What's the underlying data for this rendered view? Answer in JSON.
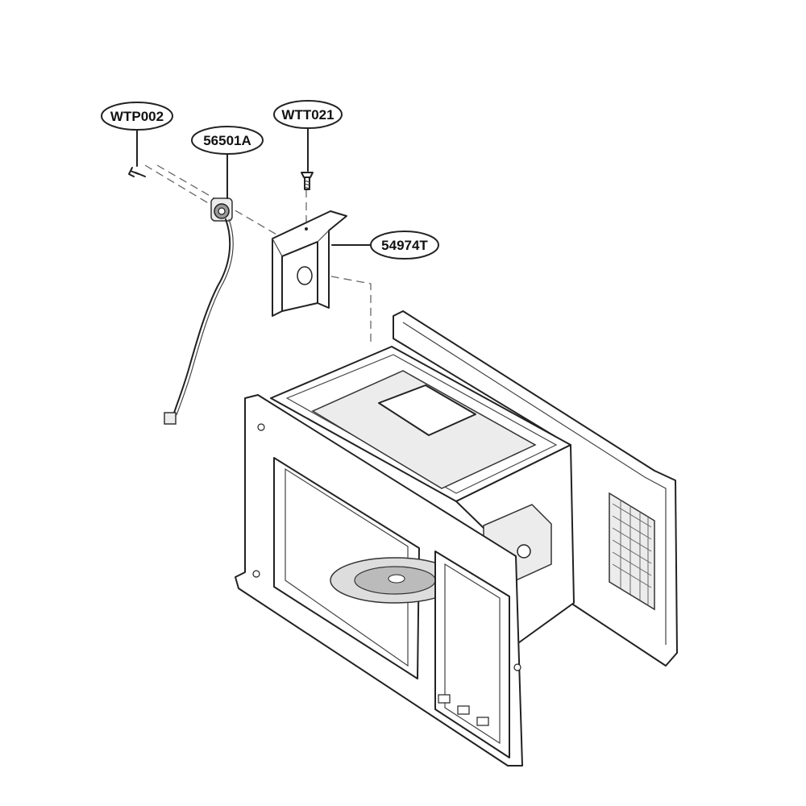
{
  "callouts": {
    "screw_left": "WTP002",
    "lamp_socket": "56501A",
    "screw_right": "WTT021",
    "bracket": "54974T"
  },
  "colors": {
    "line": "#222222",
    "background": "#ffffff",
    "shade": "#ececec"
  }
}
